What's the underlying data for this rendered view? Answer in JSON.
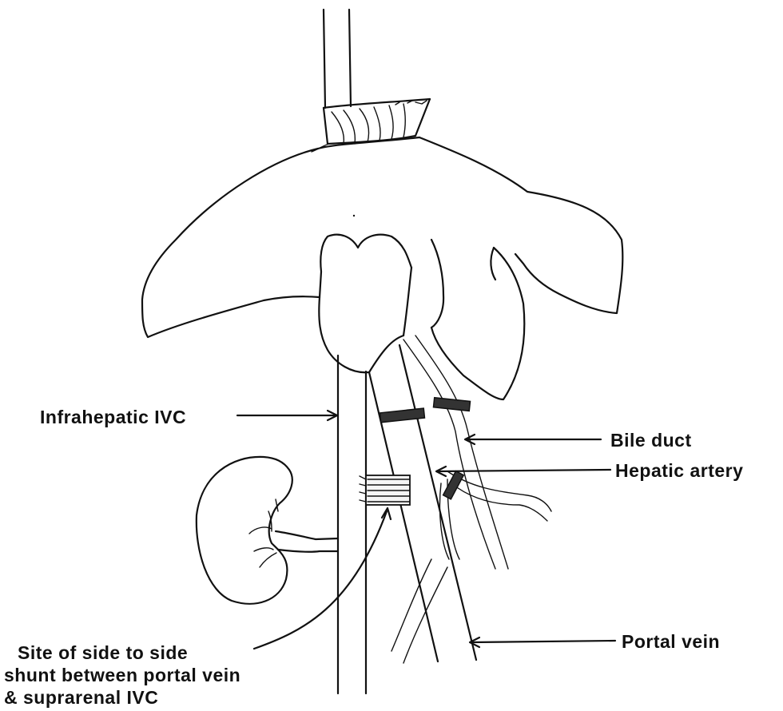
{
  "labels": {
    "infrahepatic_ivc": "Infrahepatic IVC",
    "bile_duct": "Bile duct",
    "hepatic_artery": "Hepatic artery",
    "portal_vein": "Portal vein",
    "shunt_line1": "Site of side to side",
    "shunt_line2": "shunt between portal vein",
    "shunt_line3": "& suprarenal IVC"
  },
  "colors": {
    "ink": "#111111",
    "background": "#ffffff"
  }
}
